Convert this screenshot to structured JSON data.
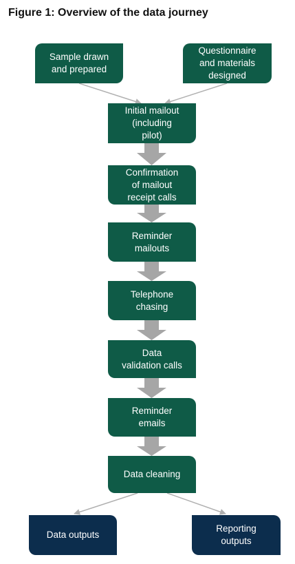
{
  "title": "Figure 1: Overview of the data journey",
  "colors": {
    "step_fill": "#0f5b47",
    "output_fill": "#0c2d4d",
    "arrow_block": "#a6a6a6",
    "arrow_line": "#b0b0b0"
  },
  "nodes": {
    "sample": "Sample drawn\nand prepared",
    "questionnaire": "Questionnaire\nand materials\ndesigned",
    "initial_mailout": "Initial mailout\n(including\npilot)",
    "confirmation": "Confirmation\nof mailout\nreceipt calls",
    "reminder_mailouts": "Reminder\nmailouts",
    "telephone": "Telephone\nchasing",
    "validation": "Data\nvalidation calls",
    "reminder_emails": "Reminder\nemails",
    "cleaning": "Data cleaning",
    "data_outputs": "Data outputs",
    "reporting_outputs": "Reporting\noutputs"
  }
}
